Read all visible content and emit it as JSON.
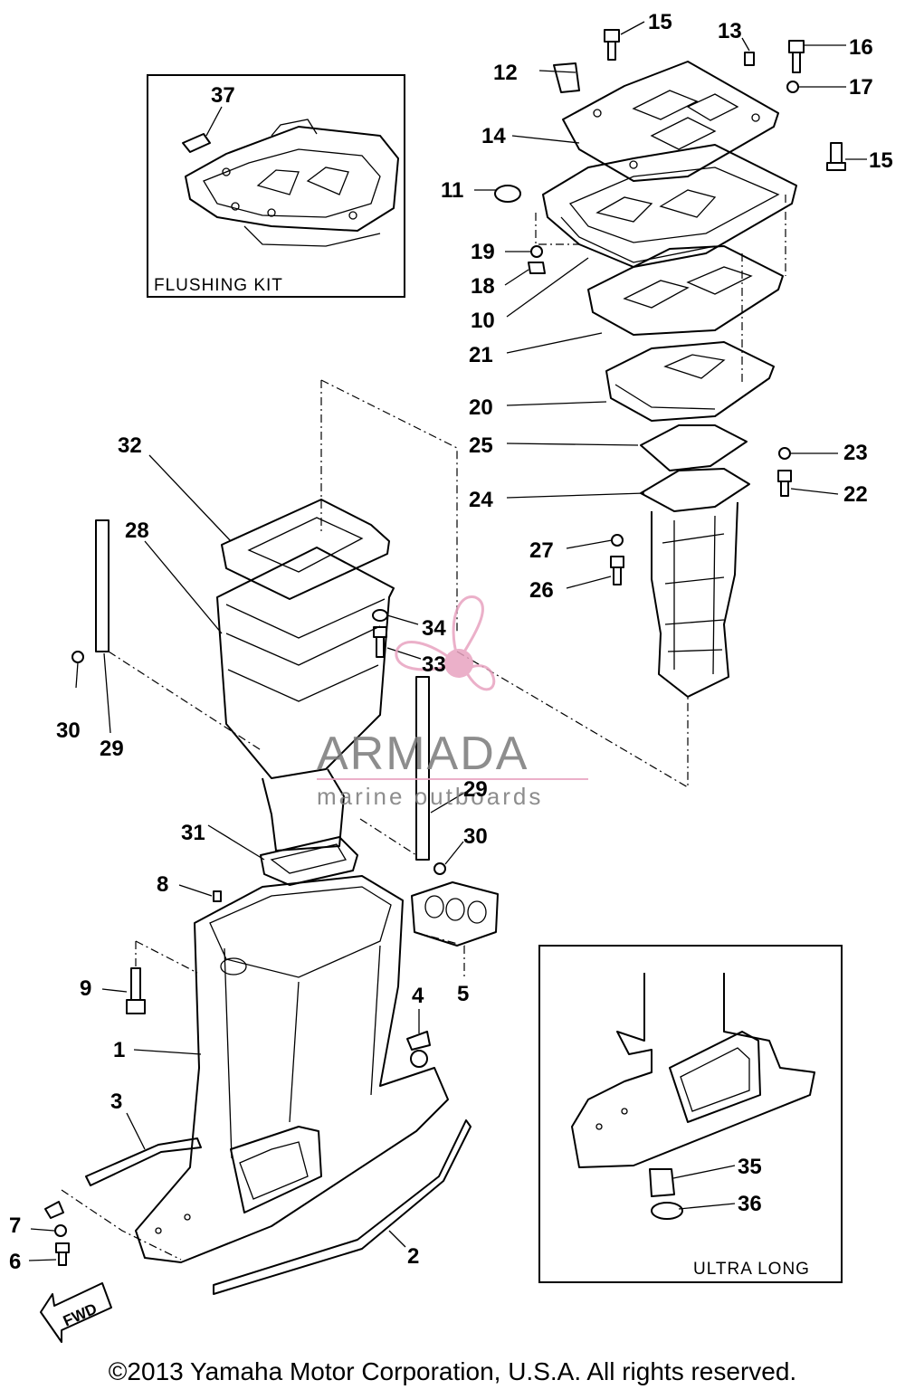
{
  "inset_flushing": {
    "title": "FLUSHING KIT"
  },
  "inset_ultra": {
    "title": "ULTRA LONG"
  },
  "watermark": {
    "title": "ARMADA",
    "subtitle": "marine outboards",
    "logo_color": "#e8a3c0",
    "text_color": "#7a7a7a"
  },
  "callouts": {
    "c1": "1",
    "c2": "2",
    "c3": "3",
    "c4": "4",
    "c5": "5",
    "c6": "6",
    "c7": "7",
    "c8": "8",
    "c9": "9",
    "c10": "10",
    "c11": "11",
    "c12": "12",
    "c13": "13",
    "c14": "14",
    "c15a": "15",
    "c15b": "15",
    "c16": "16",
    "c17": "17",
    "c18": "18",
    "c19": "19",
    "c20": "20",
    "c21": "21",
    "c22": "22",
    "c23": "23",
    "c24": "24",
    "c25": "25",
    "c26": "26",
    "c27": "27",
    "c28": "28",
    "c29a": "29",
    "c29b": "29",
    "c30a": "30",
    "c30b": "30",
    "c31": "31",
    "c32": "32",
    "c33": "33",
    "c34": "34",
    "c35": "35",
    "c36": "36",
    "c37": "37"
  },
  "fwd_label": "FWD",
  "copyright": "©2013 Yamaha Motor Corporation, U.S.A. All rights reserved."
}
